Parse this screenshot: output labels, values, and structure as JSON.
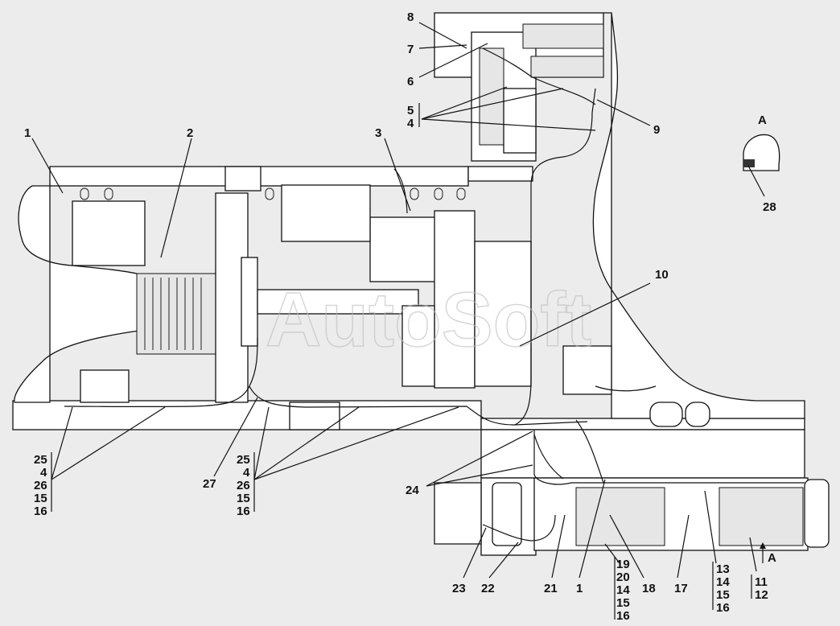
{
  "watermark": "AutoSoft",
  "view_label": "A",
  "arrow_label": "A",
  "callouts": {
    "c1_top": "1",
    "c2": "2",
    "c3": "3",
    "c5": "5",
    "c4_top": "4",
    "c6": "6",
    "c7": "7",
    "c8": "8",
    "c9": "9",
    "c10": "10",
    "c28": "28",
    "c27": "27",
    "c24": "24",
    "c23": "23",
    "c22": "22",
    "c21": "21",
    "c1_bottom": "1",
    "c18": "18",
    "c17": "17"
  },
  "stacks": {
    "left": [
      "25",
      "4",
      "26",
      "15",
      "16"
    ],
    "middle": [
      "25",
      "4",
      "26",
      "15",
      "16"
    ],
    "s19": [
      "19",
      "20",
      "14",
      "15",
      "16"
    ],
    "s13": [
      "13",
      "14",
      "15",
      "16"
    ],
    "s11": [
      "11",
      "12"
    ]
  }
}
